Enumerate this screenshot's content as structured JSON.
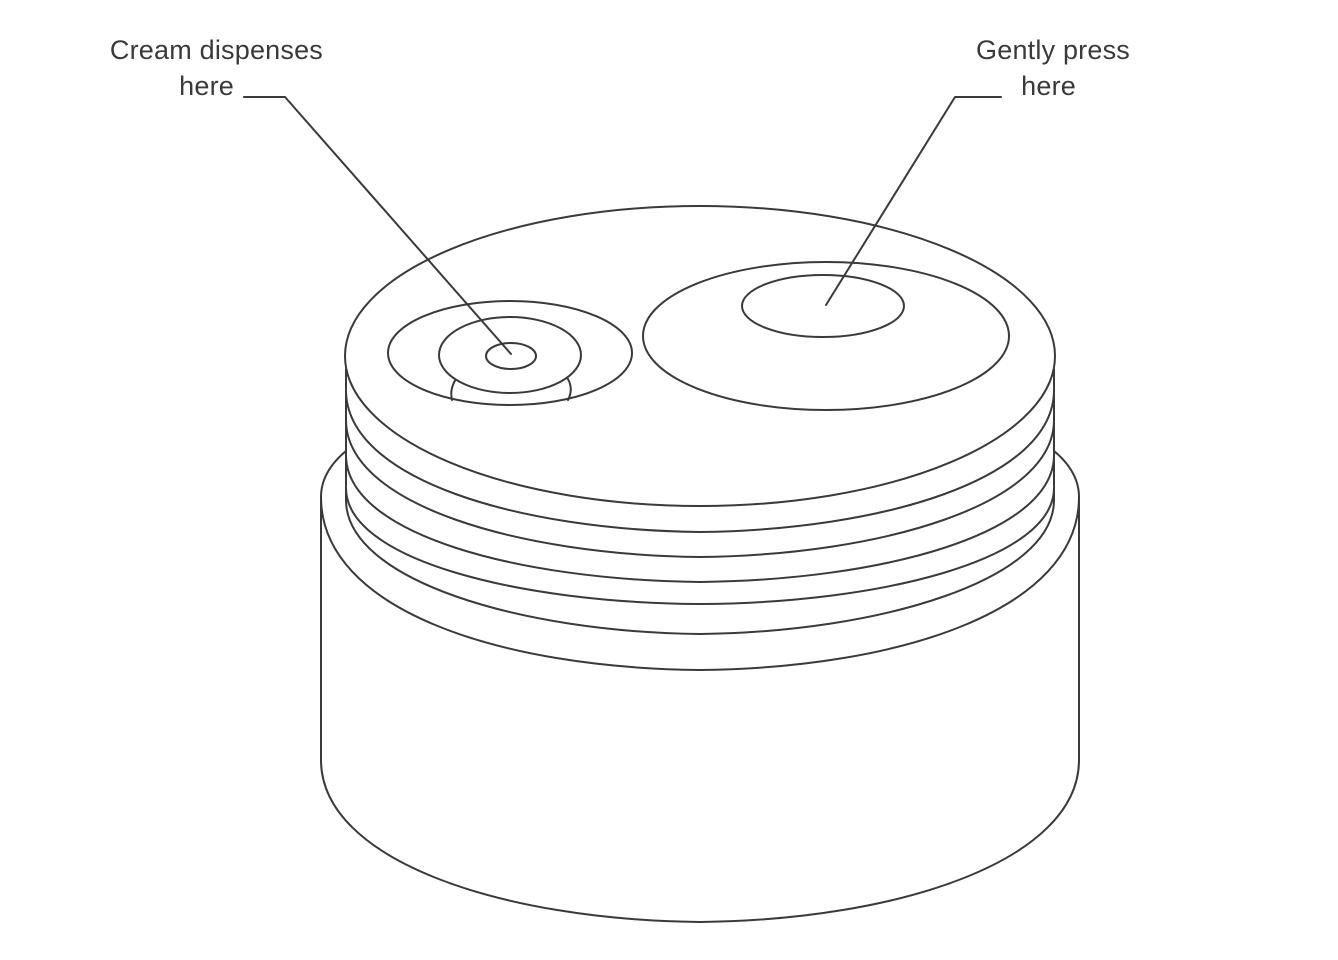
{
  "callouts": {
    "left": {
      "line1": "Cream dispenses",
      "line2": "here"
    },
    "right": {
      "line1": "Gently press",
      "line2": "here"
    }
  },
  "colors": {
    "stroke": "#3a3a3a",
    "background": "#ffffff"
  }
}
